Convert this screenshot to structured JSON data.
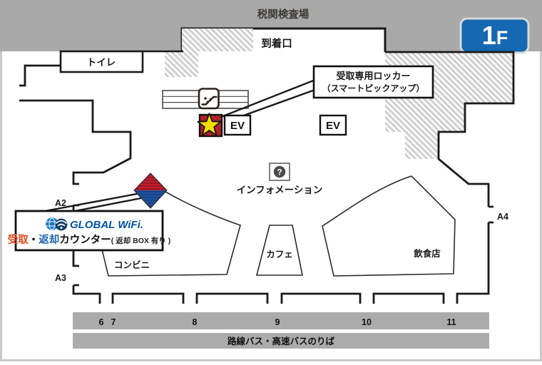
{
  "map": {
    "customs_label": "税関検査場",
    "arrival_label": "到着口",
    "toilet_label": "トイレ",
    "floor_badge": "1F",
    "floor_badge_parts": [
      "1",
      "F"
    ],
    "ev_label": "EV",
    "information_label": "インフォメーション",
    "information_icon_glyph": "?",
    "conbini_label": "コンビニ",
    "cafe_label": "カフェ",
    "restaurant_label": "飲食店",
    "gate_a2": "A2",
    "gate_a3": "A3",
    "gate_a4": "A4",
    "bus_numbers": [
      "6",
      "7",
      "8",
      "9",
      "10",
      "11"
    ],
    "bus_lane_label": "路線バス・高速バスのりば"
  },
  "locker_callout": {
    "line1": "受取専用ロッカー",
    "line2": "（スマートピックアップ）"
  },
  "counter_callout": {
    "brand": "GLOBAL WiFi.",
    "pickup": "受取",
    "separator": "・",
    "return": "返却",
    "counter": "カウンター",
    "note": "( 返却 BOX 有り )"
  },
  "colors": {
    "band_gray": "#a9a9a9",
    "hatch_gray": "#cfcfcf",
    "badge_blue": "#1668b2",
    "brand_blue": "#0054a5",
    "pickup_red": "#e8471c",
    "return_blue": "#1f64ad",
    "marker_red": "#c41f2d",
    "marker_red_stripe": "#8f1620",
    "marker_blue": "#1f55a5",
    "marker_blue_stripe": "#163e7a",
    "star_yellow": "#f2df00",
    "locker_box_red": "#c9252c",
    "wall_black": "#1a1a1a"
  }
}
